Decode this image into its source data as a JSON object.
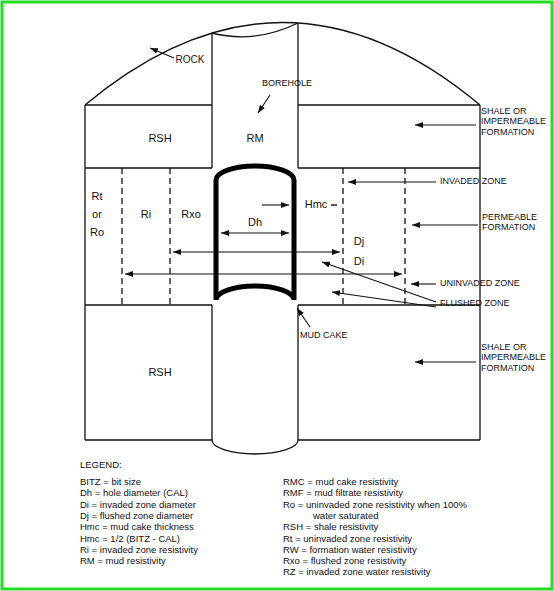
{
  "diagram": {
    "nodes": [
      {
        "text": [
          "RSH"
        ]
      },
      {
        "text": [
          "RM"
        ]
      },
      {
        "text": [
          "RSH"
        ]
      }
    ],
    "labels": [
      "ROCK",
      "BOREHOLE",
      "SHALE OR IMPERMEABLE FORMATION",
      "INVADED ZONE",
      "Rt",
      "or",
      "Ro",
      "Ri",
      "Rxo",
      "Hmc",
      "Dh",
      "Dj",
      "Di",
      "PERMEABLE FORMATION",
      "UNINVADED ZONE",
      "FLUSHED ZONE",
      "MUD CAKE",
      "SHALE OR IMPERMEABLE FORMATION",
      "LEGEND:",
      "BITZ = bit size",
      "Dh = hole diameter (CAL)",
      "Di = invaded zone diameter",
      "Dj = flushed zone diameter",
      "Hmc = mud cake thickness",
      "Hmc = 1/2 (BITZ - CAL)",
      "Ri = invaded zone resistivity",
      "RM = mud resistivity",
      "RMC = mud cake resistivity",
      "RMF = mud filtrate resistivity",
      "Ro = uninvaded zone resistivity when 100% water saturated",
      "RSH = shale resistivity",
      "Rt = uninvaded zone resistivity",
      "RW = formation water resistivity",
      "Rxo = flushed zone resistivity",
      "RZ = invaded zone water resistivity"
    ]
  }
}
